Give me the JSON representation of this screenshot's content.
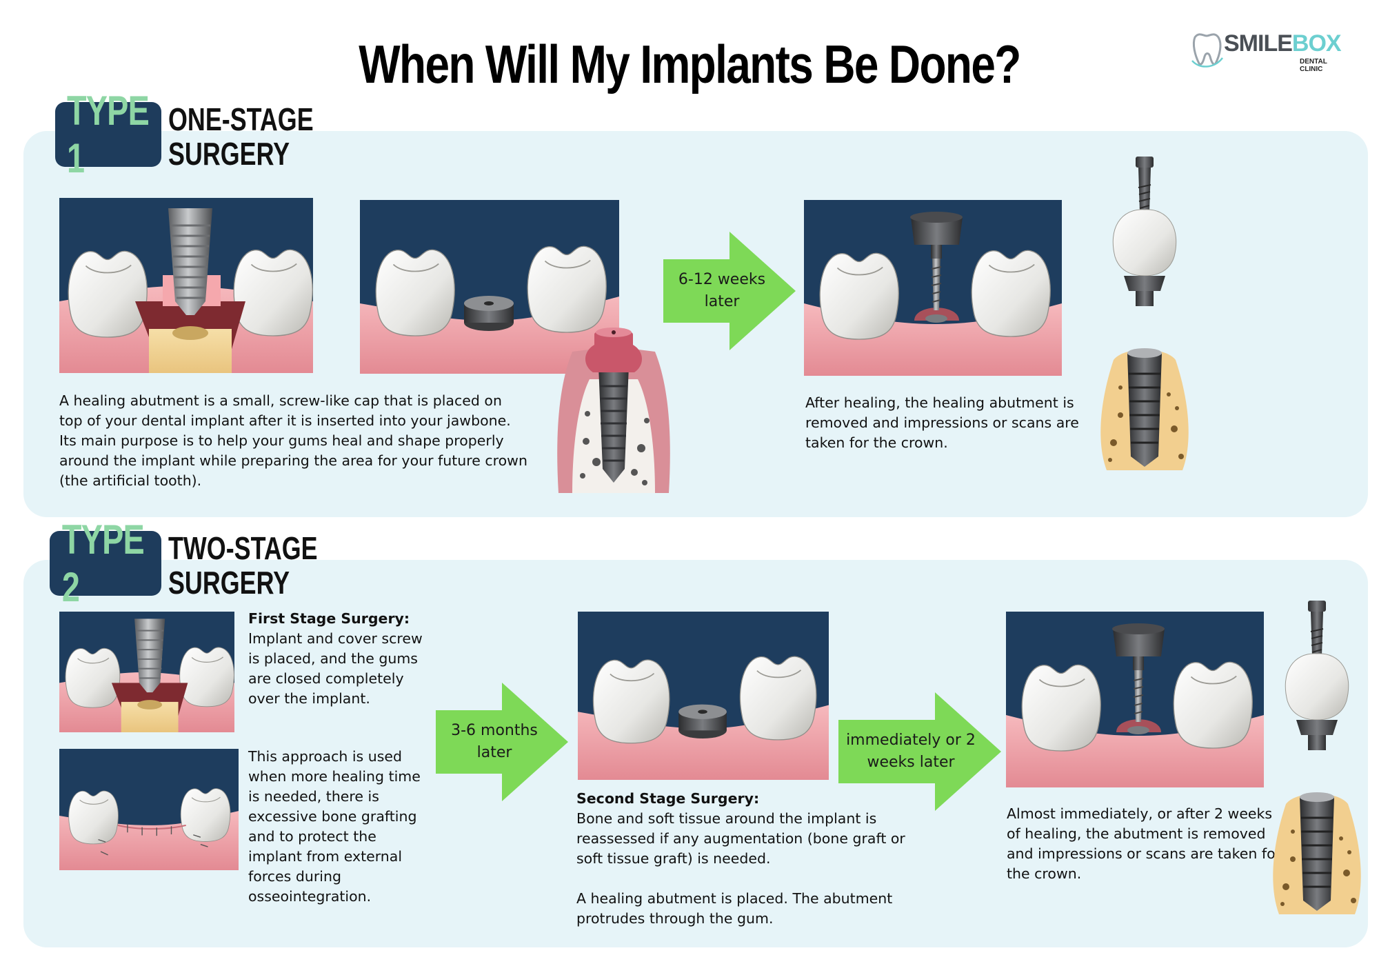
{
  "title": "When Will My Implants Be Done?",
  "logo": {
    "brand_a": "SMILE",
    "brand_b": "BOX",
    "sub": "DENTAL CLINIC"
  },
  "type1": {
    "badge": "TYPE 1",
    "label_line1": "ONE-STAGE",
    "label_line2": "SURGERY",
    "description": "A healing abutment is a small, screw-like cap that is placed on top of your dental implant after it is inserted into your jawbone. Its main purpose is to help your gums heal and shape properly around the implant while preparing the area for your future crown (the artificial tooth).",
    "arrow_label": "6-12 weeks later",
    "after_text": "After healing, the healing abutment is removed and impressions or scans are taken for the crown."
  },
  "type2": {
    "badge": "TYPE 2",
    "label_line1": "TWO-STAGE",
    "label_line2": "SURGERY",
    "first_stage_heading": "First Stage Surgery:",
    "first_stage_text": "Implant and cover screw is placed, and the gums are closed completely over the implant.",
    "approach_text": "This approach is used when more healing time is needed, there is excessive bone grafting and to protect the implant from external forces during osseointegration.",
    "arrow1_label": "3-6 months later",
    "second_stage_heading": "Second Stage Surgery:",
    "second_stage_text": "Bone and soft tissue around the implant is reassessed if any augmentation (bone graft or soft tissue graft) is needed.",
    "healing_text": "A healing abutment is placed. The abutment protrudes through the gum.",
    "arrow2_label": "immediately or 2 weeks later",
    "after_text": "Almost immediately, or after 2 weeks of healing, the abutment is removed and impressions or scans are taken for the crown."
  },
  "colors": {
    "panel": "#e6f4f8",
    "badge_bg": "#1e3c5c",
    "badge_text": "#8ed6a4",
    "arrow": "#7ed957",
    "scene_bg": "#1e3d5e",
    "gum": "#f1a6ac"
  }
}
